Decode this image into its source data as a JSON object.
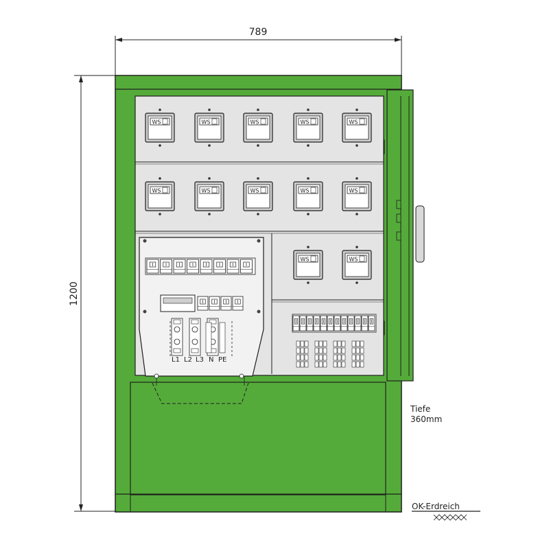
{
  "dimensions": {
    "width_label": "789",
    "height_label": "1200"
  },
  "depth": {
    "label": "Tiefe",
    "value": "360mm"
  },
  "ground": {
    "label": "OK-Erdreich"
  },
  "meter_label": "WS",
  "terminal_labels": [
    "L1",
    "L2",
    "L3",
    "N",
    "PE"
  ],
  "colors": {
    "cabinet_green": "#55ab3a",
    "panel_grey": "#e4e4e4",
    "line": "#1e1e1e"
  }
}
